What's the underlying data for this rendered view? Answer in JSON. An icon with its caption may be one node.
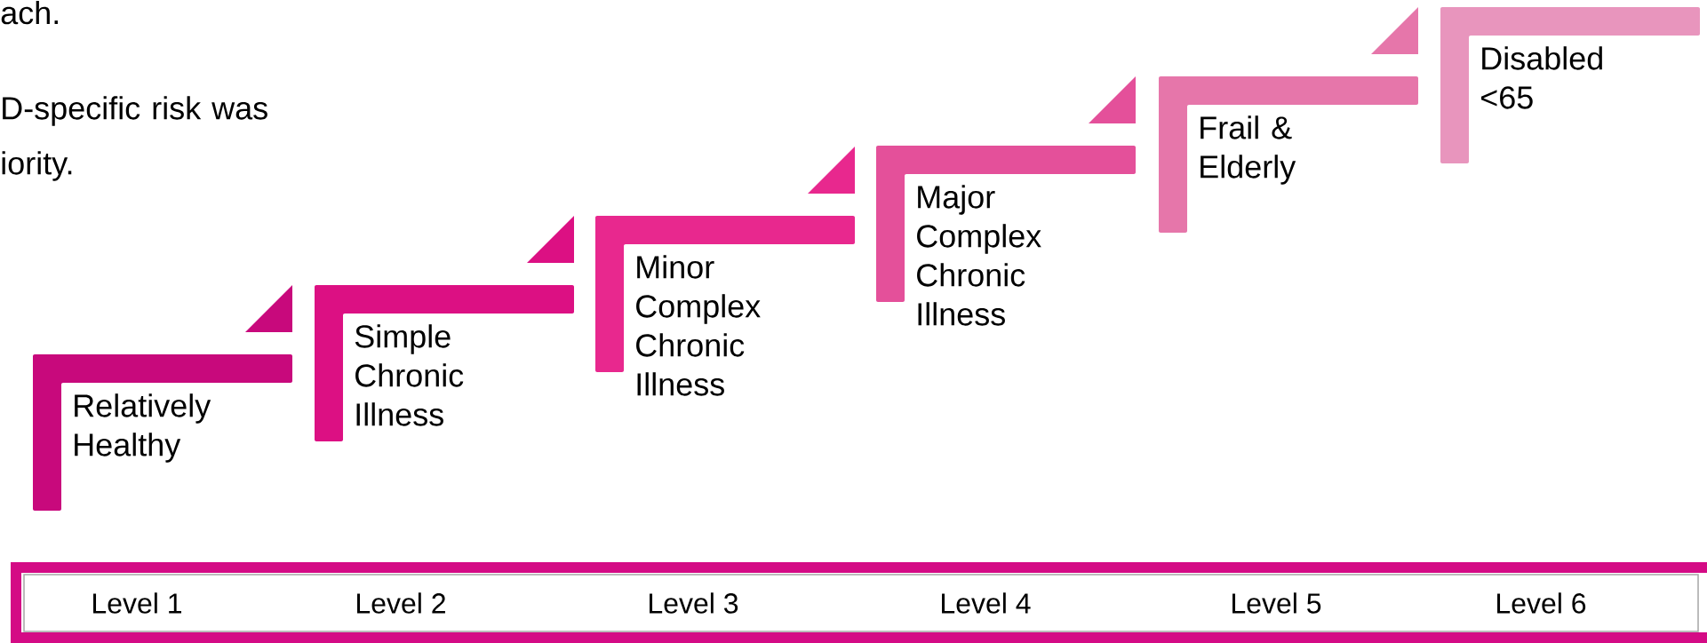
{
  "diagram": {
    "nodes": [
      {
        "text": [
          "Relatively Healthy"
        ]
      },
      {
        "text": [
          "Simple Chronic Illness"
        ]
      },
      {
        "text": [
          "Minor Complex Chronic Illness"
        ]
      },
      {
        "text": [
          "Major Complex Chronic Illness"
        ]
      },
      {
        "text": [
          "Frail & Elderly"
        ]
      },
      {
        "text": [
          "Disabled <65"
        ]
      },
      {
        "text": [
          "Level 1",
          "Level 2",
          "Level 3",
          "Level 4",
          "Level 5",
          "Level 6"
        ]
      }
    ],
    "labels": [
      "ach.",
      "D-specific risk was iority."
    ]
  }
}
